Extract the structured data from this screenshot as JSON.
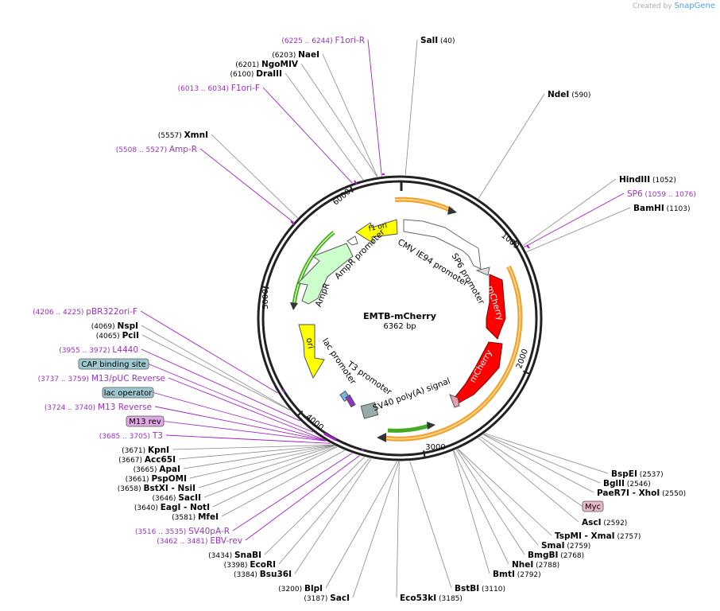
{
  "watermark": {
    "prefix": "Created by",
    "brand": "SnapGene"
  },
  "plasmid": {
    "name": "EMTB-mCherry",
    "size_label": "6362 bp"
  },
  "colors": {
    "ring": "#222222",
    "site_line": "#888888",
    "primer": "#a020c8",
    "feature_purple_label": "#9a30c8",
    "mcherry": "#ff0000",
    "f1ori": "#ffff00",
    "ori": "#ffff00",
    "ampr": "#ccffcc",
    "cmv": "#ffffff",
    "orf_orange": "#f0a030",
    "orf_green": "#44aa22",
    "box_blue": "#9ec8d0",
    "box_pink": "#e0a8e0",
    "box_myc": "#e8b8c8"
  },
  "ticks": [
    {
      "pos": 1000,
      "label": "1000"
    },
    {
      "pos": 2000,
      "label": "2000"
    },
    {
      "pos": 3000,
      "label": "3000"
    },
    {
      "pos": 4000,
      "label": "4000"
    },
    {
      "pos": 5000,
      "label": "5000"
    },
    {
      "pos": 6000,
      "label": "6000"
    }
  ],
  "sites": [
    {
      "name": "SalI",
      "pos": "(40)"
    },
    {
      "name": "NdeI",
      "pos": "(590)"
    },
    {
      "name": "HindIII",
      "pos": "(1052)"
    },
    {
      "name": "BamHI",
      "pos": "(1103)"
    },
    {
      "name": "BspEI",
      "pos": "(2537)"
    },
    {
      "name": "BglII",
      "pos": "(2546)"
    },
    {
      "name": "PaeR7I",
      "extra": "- XhoI",
      "pos": "(2550)"
    },
    {
      "name": "AscI",
      "pos": "(2592)"
    },
    {
      "name": "TspMI",
      "extra": "- XmaI",
      "pos": "(2757)"
    },
    {
      "name": "SmaI",
      "pos": "(2759)"
    },
    {
      "name": "BmgBI",
      "pos": "(2768)"
    },
    {
      "name": "NheI",
      "pos": "(2788)"
    },
    {
      "name": "BmtI",
      "pos": "(2792)"
    },
    {
      "name": "BstBI",
      "pos": "(3110)"
    },
    {
      "name": "Eco53kI",
      "pos": "(3185)"
    },
    {
      "name": "SacI",
      "pos": "(3187)"
    },
    {
      "name": "BlpI",
      "pos": "(3200)"
    },
    {
      "name": "Bsu36I",
      "pos": "(3384)"
    },
    {
      "name": "EcoRI",
      "pos": "(3398)"
    },
    {
      "name": "SnaBI",
      "pos": "(3434)"
    },
    {
      "name": "MfeI",
      "pos": "(3581)"
    },
    {
      "name": "EagI",
      "extra": "- NotI",
      "pos": "(3640)"
    },
    {
      "name": "SacII",
      "pos": "(3646)"
    },
    {
      "name": "BstXI",
      "extra": "- NsiI",
      "pos": "(3658)"
    },
    {
      "name": "PspOMI",
      "pos": "(3661)"
    },
    {
      "name": "ApaI",
      "pos": "(3665)"
    },
    {
      "name": "Acc65I",
      "pos": "(3667)"
    },
    {
      "name": "KpnI",
      "pos": "(3671)"
    },
    {
      "name": "PciI",
      "pos": "(4065)"
    },
    {
      "name": "NspI",
      "pos": "(4069)"
    },
    {
      "name": "XmnI",
      "pos": "(5557)"
    },
    {
      "name": "DraIII",
      "pos": "(6100)"
    },
    {
      "name": "NgoMIV",
      "pos": "(6201)"
    },
    {
      "name": "NaeI",
      "pos": "(6203)"
    }
  ],
  "primers": [
    {
      "name": "F1ori-R",
      "range": "(6225 .. 6244)"
    },
    {
      "name": "F1ori-F",
      "range": "(6013 .. 6034)"
    },
    {
      "name": "Amp-R",
      "range": "(5508 .. 5527)"
    },
    {
      "name": "SP6",
      "range": "(1059 .. 1076)"
    },
    {
      "name": "pBR322ori-F",
      "range": "(4206 .. 4225)"
    },
    {
      "name": "L4440",
      "range": "(3955 .. 3972)"
    },
    {
      "name": "M13/pUC Reverse",
      "range": "(3737 .. 3759)"
    },
    {
      "name": "M13 Reverse",
      "range": "(3724 .. 3740)"
    },
    {
      "name": "T3",
      "range": "(3685 .. 3705)"
    },
    {
      "name": "SV40pA-R",
      "range": "(3516 .. 3535)"
    },
    {
      "name": "EBV-rev",
      "range": "(3462 .. 3481)"
    }
  ],
  "boxed_features": [
    {
      "name": "CAP binding site"
    },
    {
      "name": "lac operator"
    },
    {
      "name": "M13 rev"
    },
    {
      "name": "Myc"
    }
  ],
  "features": [
    {
      "name": "f1 ori"
    },
    {
      "name": "AmpR promoter"
    },
    {
      "name": "AmpR"
    },
    {
      "name": "ori"
    },
    {
      "name": "CMV IE94 promoter"
    },
    {
      "name": "SP6 promoter"
    },
    {
      "name": "mCherry"
    },
    {
      "name": "mCherry"
    },
    {
      "name": "SV40 poly(A) signal"
    },
    {
      "name": "T3 promoter"
    },
    {
      "name": "lac promoter"
    }
  ]
}
